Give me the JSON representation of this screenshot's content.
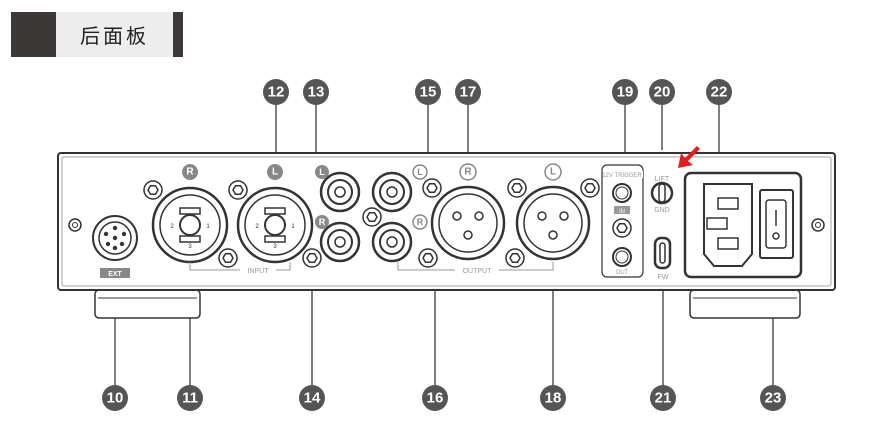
{
  "header": {
    "title": "后面板"
  },
  "callouts_top": [
    "12",
    "13",
    "15",
    "17",
    "19",
    "20",
    "22"
  ],
  "callouts_bottom": [
    "10",
    "11",
    "14",
    "16",
    "18",
    "21",
    "23"
  ],
  "labels": {
    "ext": "EXT",
    "input": "INPUT",
    "output": "OUTPUT",
    "trigger": "12V TRIGGER",
    "trigger_in": "IN",
    "trigger_out": "OUT",
    "lift": "LIFT",
    "gnd": "GND",
    "fw": "FW",
    "right": "R",
    "left": "L"
  },
  "colors": {
    "callout": "#555555",
    "arrow": "#e02020",
    "panel_stroke": "#333333"
  }
}
